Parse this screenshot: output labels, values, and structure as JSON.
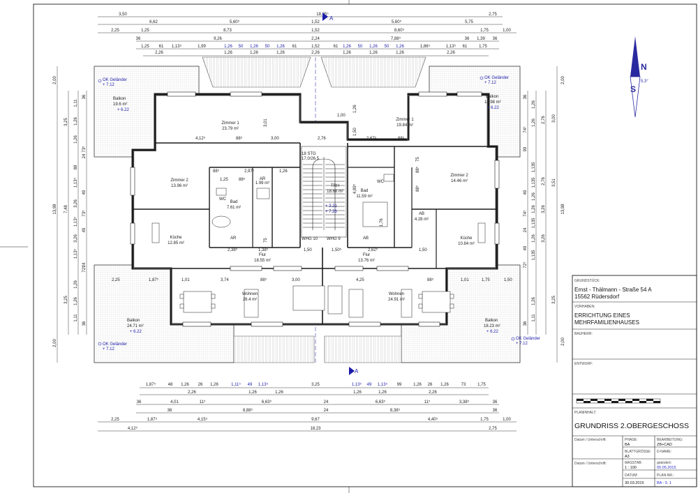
{
  "dims": {
    "top": {
      "r1": [
        "3,50",
        "18,85⁵",
        "2,75"
      ],
      "r2": [
        "6,62",
        "5,60⁵",
        "1,52",
        "5,60⁵",
        "5,75"
      ],
      "r3": [
        "2,25",
        "1,25",
        "8,73",
        "1,52",
        "8,60⁵",
        "1,75",
        "1,00"
      ],
      "r4": [
        "36",
        "9,26",
        "2,24",
        "7,88⁵",
        "36",
        "1,39",
        "36"
      ],
      "r5": [
        "1,25",
        "61",
        "1,13⁵",
        "1,99",
        "1,26",
        "50",
        "1,26",
        "50",
        "1,26",
        "61",
        "1,52",
        "61",
        "1,26",
        "50",
        "1,26",
        "50",
        "1,26",
        "1,86⁵",
        "1,13⁵",
        "61",
        "1,75"
      ],
      "r6": [
        "2,26",
        "1,26",
        "1,26",
        "1,26",
        "2,26",
        "1,26",
        "1,26",
        "1,26",
        "2,26"
      ]
    },
    "bottom": {
      "r1": [
        "1,87⁵",
        "48",
        "1,26",
        "26",
        "1,26",
        "1,11⁵",
        "49",
        "1,13⁵",
        "3,25",
        "1,13⁵",
        "49",
        "1,13⁵",
        "99",
        "1,26",
        "26",
        "1,26",
        "73",
        "1,75"
      ],
      "r2": [
        "2,26",
        "1,26",
        "1,26",
        "1,26",
        "1,26",
        "2,26"
      ],
      "r3": [
        "36",
        "4,01",
        "11⁵",
        "6,63⁵",
        "24",
        "6,63⁵",
        "11⁵",
        "3,38⁵",
        "36"
      ],
      "r4": [
        "36",
        "8,88⁵",
        "24",
        "8,38⁵",
        "36"
      ],
      "r5": [
        "2,25",
        "1,87⁵",
        "4,15⁵",
        "9,67",
        "4,40⁵",
        "1,75",
        "1,00"
      ],
      "r6": [
        "4,12⁵",
        "18,23",
        "2,75"
      ]
    },
    "left": {
      "outer": [
        "2,00",
        "13,98",
        "2,00"
      ],
      "mid": [
        "3,25",
        "7,48",
        "3,25"
      ],
      "inner": [
        "1,11",
        "1,26",
        "1,26",
        "88",
        "1,13⁵",
        "3,26",
        "1,13⁵",
        "3,26",
        "1,13⁵",
        "1,26",
        "1,26",
        "1,11"
      ],
      "fine": [
        "36",
        "73⁵",
        "24",
        "49",
        "73⁵",
        "49",
        "24",
        "72⁵",
        "36"
      ]
    },
    "right": {
      "outer": [
        "2,00",
        "13,98",
        "2,00"
      ],
      "mid": [
        "3,00",
        "3,51",
        "2,76",
        "3,25"
      ],
      "inner": [
        "2,76",
        "1,26",
        "1,26",
        "1,135",
        "3,26",
        "1,135",
        "1,26",
        "1,26",
        "3,26",
        "1,135",
        "1,26",
        "1,135",
        "1,26",
        "1,11"
      ],
      "fine": [
        "36",
        "74⁵",
        "99",
        "49",
        "74⁵",
        "24",
        "49",
        "72⁵",
        "36"
      ]
    },
    "interior": [
      "4,12⁵",
      "88⁵",
      "3,00",
      "2,76",
      "2,67⁵",
      "88⁵",
      "1,00",
      "3,01",
      "1,26",
      "1,50",
      "88⁵",
      "1,25",
      "88⁵",
      "2,97⁵",
      "1,26",
      "2,38⁵",
      "1,38⁵",
      "1,50",
      "1,50⁵",
      "2,62⁵",
      "1,50",
      "2,25",
      "1,87⁵",
      "1,01",
      "3,74",
      "88⁵",
      "3,00",
      "4,25",
      "88⁵",
      "1,01",
      "1,75",
      "1,50",
      "75",
      "88⁵",
      "88⁵",
      "75",
      "4,89⁵",
      "1,76"
    ]
  },
  "rooms": [
    {
      "name": "Balkon",
      "area": "19.6 m²",
      "level": "+ 6.22"
    },
    {
      "name": "Zimmer 1",
      "area": "23.79 m²"
    },
    {
      "name": "Zimmer 1",
      "area": "19.84 m²"
    },
    {
      "name": "Balkon",
      "area": "14.98 m²",
      "level": "+ 6.22"
    },
    {
      "name": "Zimmer 2",
      "area": "13.96 m²"
    },
    {
      "name": "Bad",
      "area": "7.61 m²"
    },
    {
      "name": "AR",
      "area": "1.99 m²"
    },
    {
      "name": "TRH",
      "area": "18.68 m²"
    },
    {
      "name": "Bad",
      "area": "11.59 m²"
    },
    {
      "name": "Zimmer 2",
      "area": "14.46 m²"
    },
    {
      "name": "AB",
      "area": "4.28 m²"
    },
    {
      "name": "Küche",
      "area": "12.85 m²"
    },
    {
      "name": "Küche",
      "area": "10.84 m²"
    },
    {
      "name": "Flur",
      "area": "18.55 m²"
    },
    {
      "name": "Flur",
      "area": "13.76 m²"
    },
    {
      "name": "Wohnen",
      "area": "26.4 m²"
    },
    {
      "name": "Wohnen",
      "area": "24.91 m²"
    },
    {
      "name": "Balkon",
      "area": "24.71 m²",
      "level": "+ 6.22"
    },
    {
      "name": "Balkon",
      "area": "18.23 m²",
      "level": "+ 6.22"
    }
  ],
  "labels": {
    "wc_left": "WC",
    "wc_right": "WC",
    "wc_ar": "AR",
    "wc_ab": "AB",
    "stairs_steps": "18 STG",
    "stairs_rise": "17,0/26,5",
    "stair_level": "+ 3.21",
    "stair_level2": "+ 7.26",
    "whg_left": "WHG 10",
    "whg_right": "WHG 9"
  },
  "annotations": {
    "ok_label": "OK Geländer",
    "ok_level": "+ 7.12",
    "section_mark": "A"
  },
  "compass": {
    "n": "N",
    "s": "S",
    "angle": "5,3°"
  },
  "title_block": {
    "grundstueck_label": "GRUNDSTÜCK:",
    "grundstueck_line1": "Ernst - Thälmann - Straße 54 A",
    "grundstueck_line2": "15562 Rüdersdorf",
    "vorhaben_label": "VORHABEN:",
    "vorhaben_line1": "ERRICHTUNG EINES",
    "vorhaben_line2": "MEHRFAMILIENHAUSES",
    "bauherr_label": "BAUHERR:",
    "entwurf_label": "ENTWURF:",
    "planinhalt_label": "PLANINHALT:",
    "planinhalt": "GRUNDRISS 2.OBERGESCHOSS",
    "datum_unterschrift1": "Datum / Unterschrift:",
    "datum_unterschrift2": "Datum / Unterschrift:",
    "phase_label": "PHASE:",
    "phase": "BA",
    "bearbeitung_label": "BEARBEITUNG:",
    "bearbeitung": "ZB+CAD",
    "blattgroesse_label": "BLATTGRÖSSE:",
    "blattgroesse": "A3",
    "dname_label": "D-NAME:",
    "massstab_label": "MASSTAB:",
    "massstab": "1 : 100",
    "geaendert_label": "geändert:",
    "geaendert": "05.05.2015",
    "datum_label": "DATUM:",
    "datum": "30.03.2015",
    "plannr_label": "PLAN-NR.:",
    "plannr": "BA - 5. 1"
  },
  "colors": {
    "line": "#1a1a1a",
    "annotation": "#1a1aa8",
    "wall": "#333333"
  }
}
